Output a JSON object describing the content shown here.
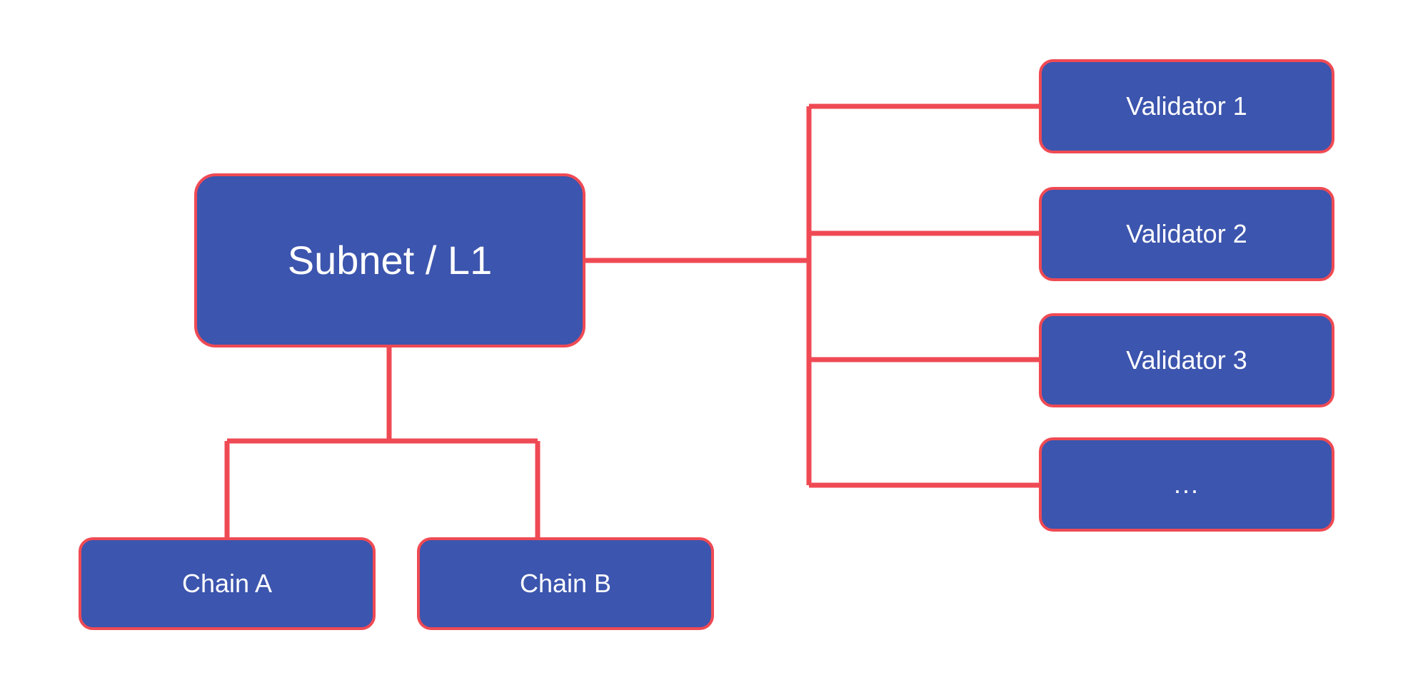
{
  "diagram": {
    "title_node": {
      "label": "Subnet / L1",
      "name": "subnet-l1-node"
    },
    "children": [
      {
        "label": "Chain A",
        "name": "chain-a-node"
      },
      {
        "label": "Chain B",
        "name": "chain-b-node"
      }
    ],
    "validators": [
      {
        "label": "Validator 1",
        "name": "validator-1-node"
      },
      {
        "label": "Validator 2",
        "name": "validator-2-node"
      },
      {
        "label": "Validator 3",
        "name": "validator-3-node"
      },
      {
        "label": "...",
        "name": "validator-more-node"
      }
    ],
    "colors": {
      "node_fill": "#3c55ae",
      "node_border": "#ef4a54",
      "edge": "#ef4a54",
      "node_text": "#ffffff",
      "background": "#ffffff"
    }
  }
}
